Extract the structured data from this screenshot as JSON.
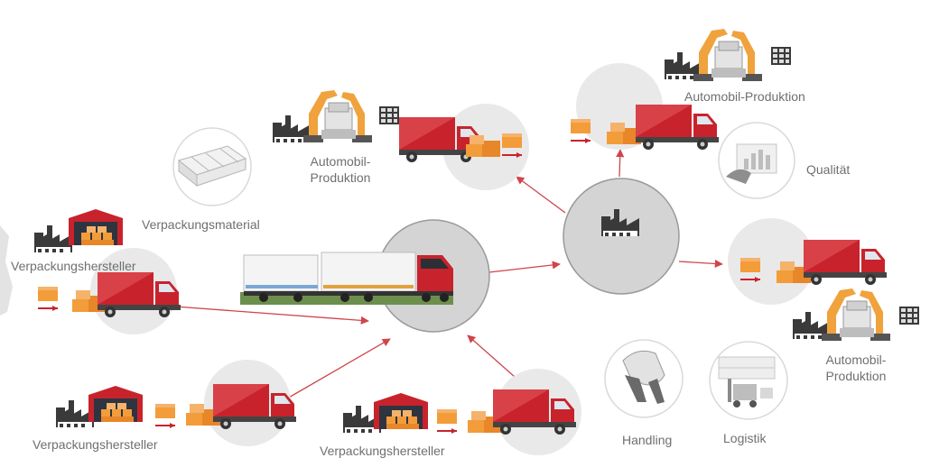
{
  "labels": {
    "verpackungsmaterial": "Verpackungsmaterial",
    "hersteller_left": "Verpackungshersteller",
    "hersteller_bottom_left": "Verpackungshersteller",
    "hersteller_bottom_mid": "Verpackungshersteller",
    "produktion_top_left_1": "Automobil-",
    "produktion_top_left_2": "Produktion",
    "produktion_top_right": "Automobil-Produktion",
    "produktion_right_1": "Automobil-",
    "produktion_right_2": "Produktion",
    "qualitaet": "Qualität",
    "handling": "Handling",
    "logistik": "Logistik"
  },
  "colors": {
    "truck_red": "#c8232c",
    "box_orange": "#f39c3a",
    "circle_grey": "#e9e9e9",
    "hub_grey": "#d4d4d4",
    "arrow_red": "#d0454b",
    "factory_dark": "#3a3a3a",
    "text_grey": "#6f6f6f"
  }
}
